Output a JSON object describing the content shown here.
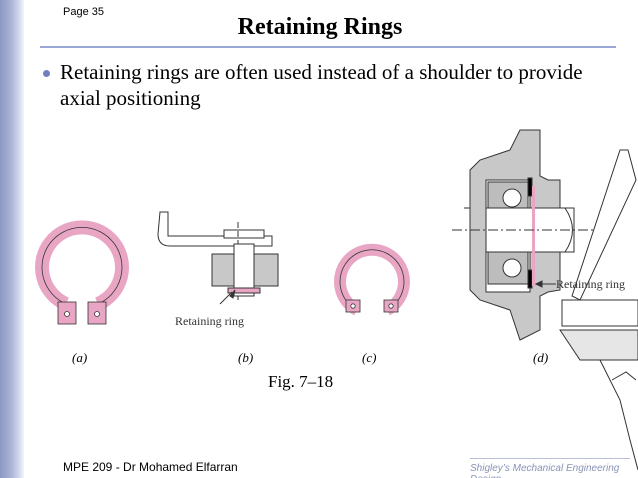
{
  "page": {
    "number": "Page 35"
  },
  "title": "Retaining Rings",
  "bullet": "Retaining rings are often used instead of a shoulder to provide axial positioning",
  "figure": {
    "labels": {
      "a": "(a)",
      "b": "(b)",
      "c": "(c)",
      "d": "(d)"
    },
    "callout_b": "Retaining ring",
    "callout_d": "Retaining ring",
    "caption": "Fig. 7–18"
  },
  "footer": {
    "author": "MPE  209 - Dr Mohamed Elfarran",
    "source": "Shigley’s Mechanical Engineering Design"
  },
  "colors": {
    "ring": "#e9a6c4",
    "accent": "#9aa6d6",
    "bullet": "#6f7fbf"
  }
}
